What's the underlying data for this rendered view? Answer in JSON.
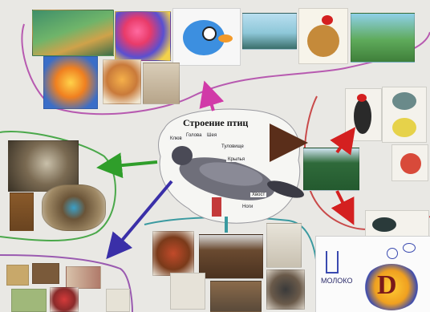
{
  "title": "Строение птиц",
  "part_labels": {
    "beak": "Клюв",
    "head": "Голова",
    "neck": "Шея",
    "torso": "Туловище",
    "wings": "Крылья",
    "tail": "Хвост",
    "legs": "Ноги"
  },
  "card_text": {
    "milk": "МОЛОКО",
    "letter": "D"
  },
  "colors": {
    "paper": "#e9e8e4",
    "arrow_pink": "#d13aa8",
    "arrow_green": "#2f9e2a",
    "arrow_blue": "#3a2fa8",
    "arrow_red": "#d42020",
    "arrow_brown": "#5a2e1a",
    "outline_red": "#c94a4a",
    "outline_green": "#4aa84a",
    "outline_purple": "#9a5ab0",
    "outline_teal": "#3a9aa0"
  }
}
